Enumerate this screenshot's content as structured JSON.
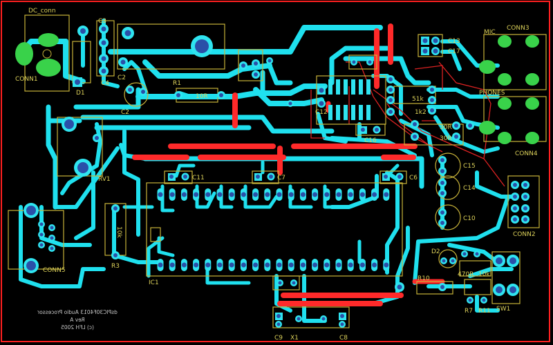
{
  "board": {
    "colors": {
      "background": "#000000",
      "border": "#ff2020",
      "bottom_copper": "#1fe0ee",
      "top_copper": "#ff2a2a",
      "silkscreen": "#ddd25a",
      "pad_hole": "#2a4fa8",
      "connector_pad": "#39d24a"
    },
    "labels": {
      "dc_conn": "DC_conn",
      "conn1": "CONN1",
      "d1": "D1",
      "c3": "C3",
      "c4": "C4",
      "c2_top": "C2",
      "c2": "C2",
      "r1": "R1",
      "r1_value": "10R",
      "mic": "MIC",
      "conn3": "CONN3",
      "c13": "C13",
      "c17": "C17",
      "phones": "PHONES",
      "c12": "C12",
      "c16": "C16",
      "r51k": "51k",
      "r1k2": "1k2",
      "r30r_a": "30R",
      "r30r_b": "30R",
      "c15": "C15",
      "c14": "C14",
      "c10": "C10",
      "conn4": "CONN4",
      "rv1": "RV1",
      "c11": "C11",
      "c7": "C7",
      "c6": "C6",
      "conn2": "CONN2",
      "r10k": "10k",
      "r3": "R3",
      "conn5": "CONN5",
      "ic1": "IC1",
      "d2": "D2",
      "r470": "470R",
      "r10k_b": "10k",
      "r7": "R7",
      "r11": "R11",
      "sw1": "SW1",
      "r10": "R10",
      "c9": "C9",
      "x1": "X1",
      "c8": "C8"
    },
    "notes": {
      "line1": "dsPIC30F4013 Audio Processor",
      "line2": "Rev A",
      "line3": "(c) LFH 2005"
    }
  }
}
